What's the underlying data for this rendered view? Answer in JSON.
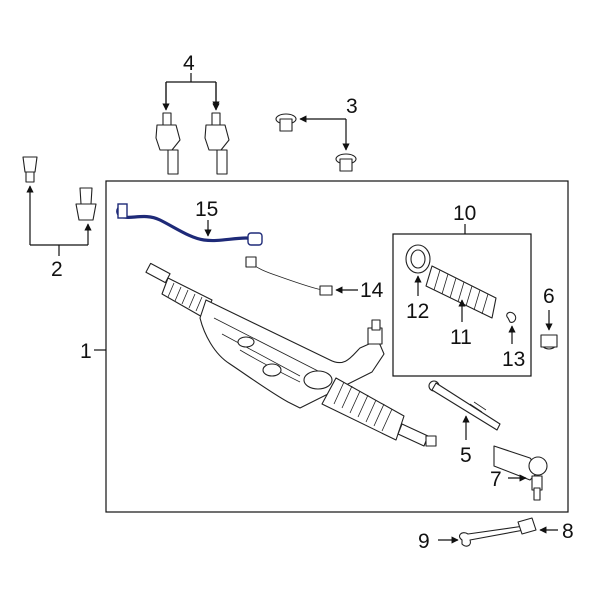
{
  "callouts": {
    "c1": "1",
    "c2": "2",
    "c3": "3",
    "c4": "4",
    "c5": "5",
    "c6": "6",
    "c7": "7",
    "c8": "8",
    "c9": "9",
    "c10": "10",
    "c11": "11",
    "c12": "12",
    "c13": "13",
    "c14": "14",
    "c15": "15"
  },
  "colors": {
    "line": "#111111",
    "highlight_part": "#1e2a78",
    "background": "#ffffff"
  }
}
